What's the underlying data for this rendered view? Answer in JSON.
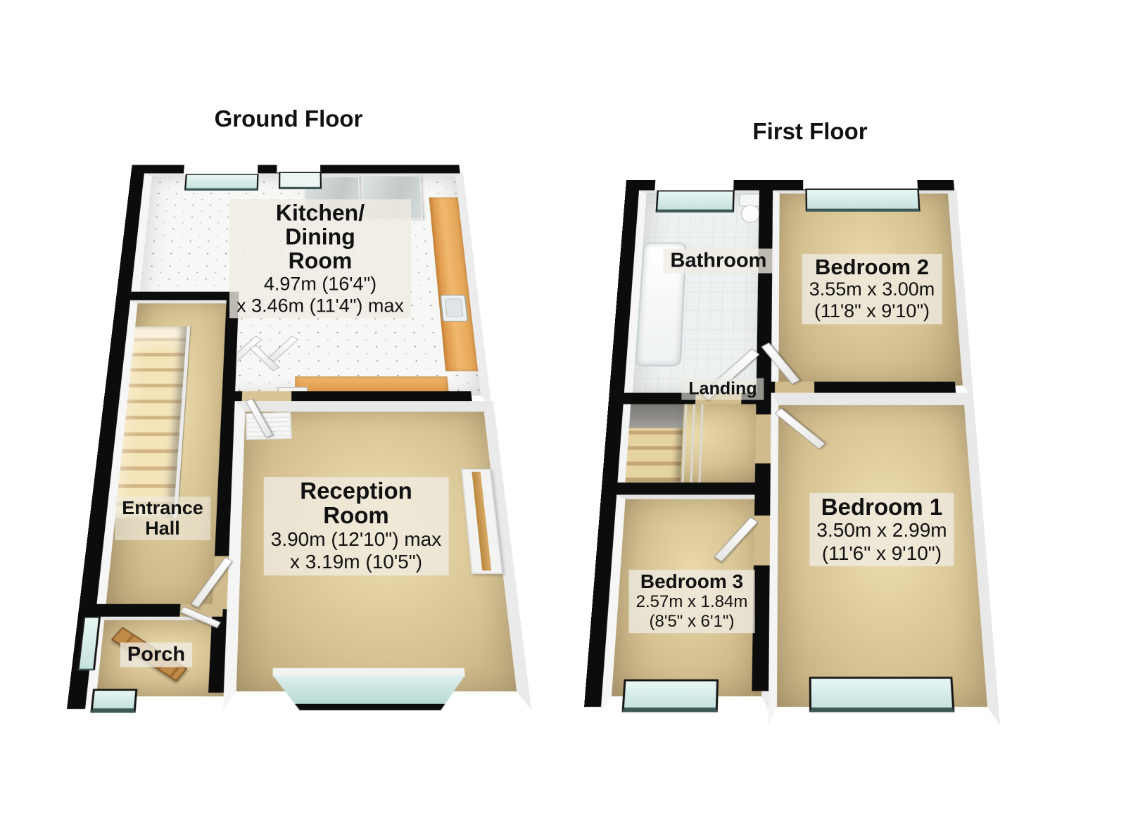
{
  "ground_floor": {
    "title": "Ground Floor",
    "rooms": {
      "kitchen": {
        "name_lines": [
          "Kitchen/",
          "Dining",
          "Room"
        ],
        "dims": [
          "4.97m (16'4\")",
          "x 3.46m (11'4\") max"
        ]
      },
      "reception": {
        "name_lines": [
          "Reception",
          "Room"
        ],
        "dims": [
          "3.90m (12'10\") max",
          "x 3.19m (10'5\")"
        ]
      },
      "entrance_hall": {
        "name_lines": [
          "Entrance",
          "Hall"
        ]
      },
      "porch": {
        "name_lines": [
          "Porch"
        ]
      }
    }
  },
  "first_floor": {
    "title": "First Floor",
    "rooms": {
      "bathroom": {
        "name_lines": [
          "Bathroom"
        ]
      },
      "bedroom2": {
        "name_lines": [
          "Bedroom 2"
        ],
        "dims": [
          "3.55m x 3.00m",
          "(11'8\" x 9'10\")"
        ]
      },
      "landing": {
        "name_lines": [
          "Landing"
        ]
      },
      "bedroom1": {
        "name_lines": [
          "Bedroom 1"
        ],
        "dims": [
          "3.50m x 2.99m",
          "(11'6\" x 9'10\")"
        ]
      },
      "bedroom3": {
        "name_lines": [
          "Bedroom 3"
        ],
        "dims": [
          "2.57m x 1.84m",
          "(8'5\" x 6'1\")"
        ]
      }
    }
  },
  "colors": {
    "wall": "#0c0c0c",
    "carpet": "#d5c190",
    "kitchen_floor": "#f7f7f5",
    "bathroom_tile": "#eef1f1",
    "window_glass": "#cfe9e6",
    "counter_wood": "#e8a452",
    "stair_wood": "#e9d5a5",
    "front_door_wood": "#b5803f",
    "label_background": "#efece3"
  }
}
